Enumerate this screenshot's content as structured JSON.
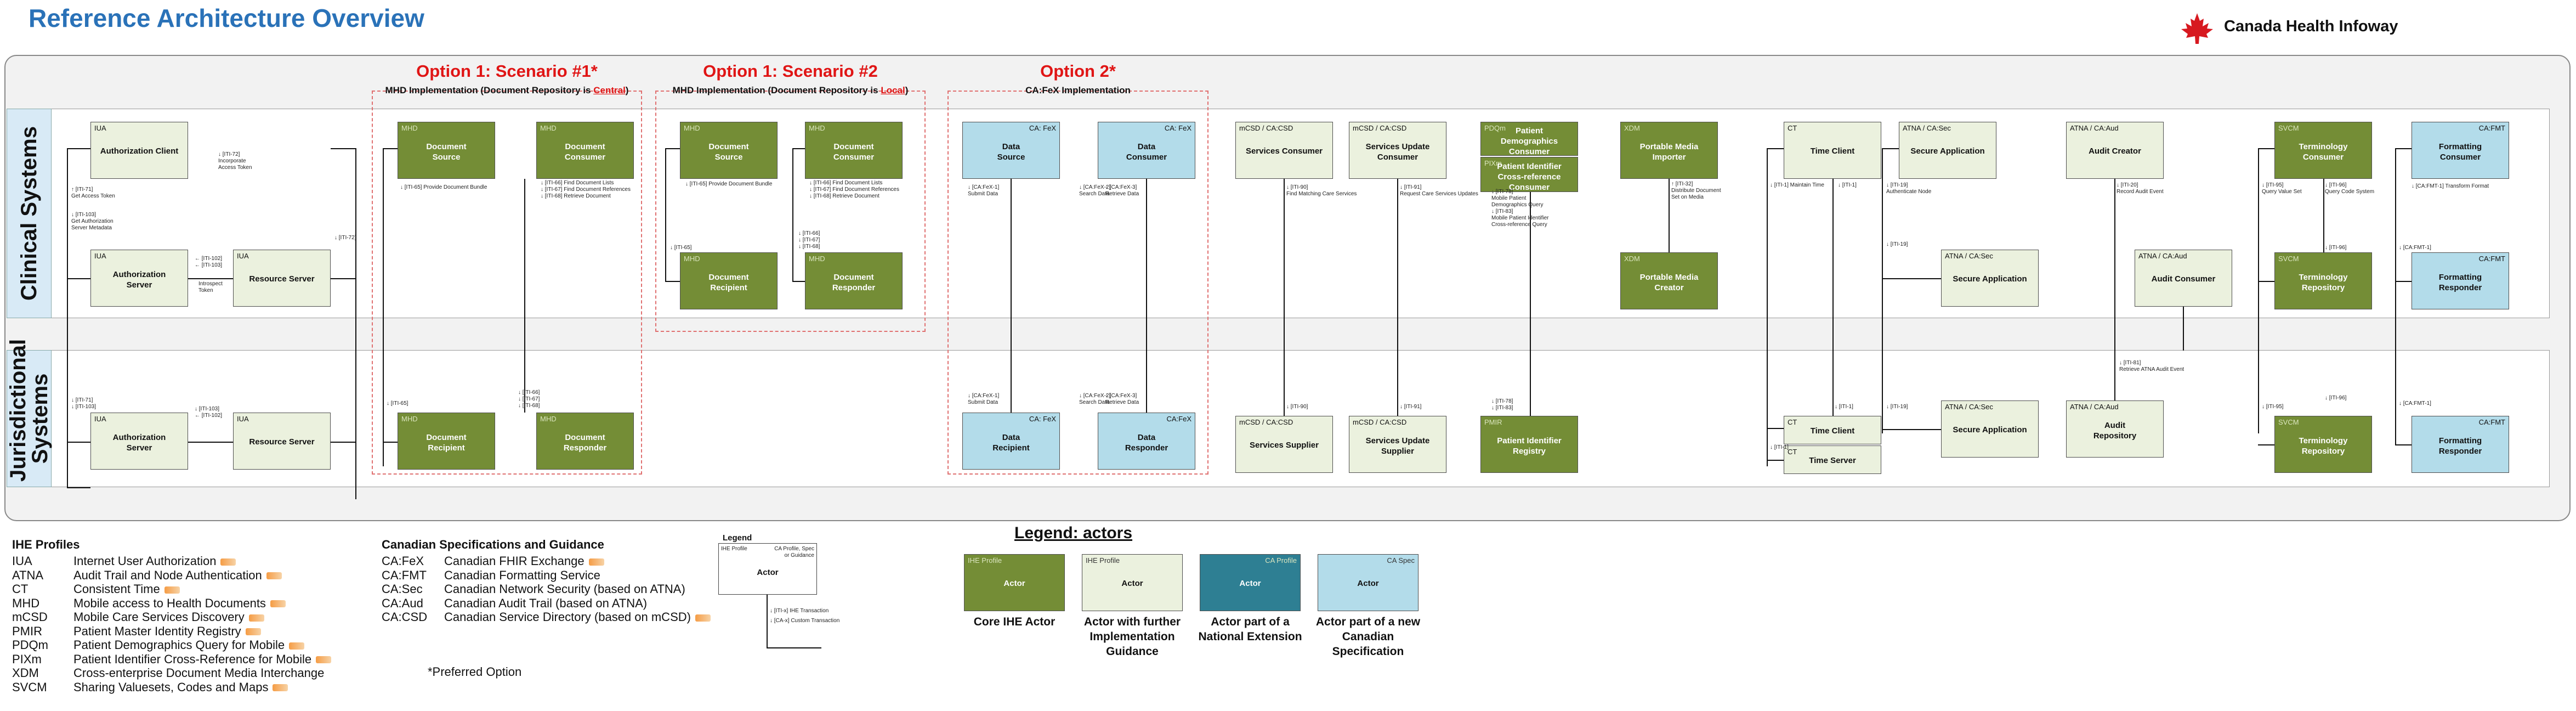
{
  "title": "Reference Architecture Overview",
  "brand": "Canada Health Infoway",
  "bands": {
    "clinical": "Clinical Systems",
    "jurisdictional": "Jurisdictional Systems"
  },
  "options": {
    "s1": {
      "title": "Option 1: Scenario #1*",
      "pre": "MHD Implementation (Document Repository is ",
      "key": "Central",
      "post": ")"
    },
    "s2": {
      "title": "Option 1: Scenario #2",
      "pre": "MHD Implementation (Document Repository is ",
      "key": "Local",
      "post": ")"
    },
    "o2": {
      "title": "Option 2*",
      "sub": "CA:FeX Implementation"
    }
  },
  "boxes": [
    {
      "id": "iua-ac",
      "tag": "IUA",
      "name": "Authorization Client"
    },
    {
      "id": "iua-as-c",
      "tag": "IUA",
      "name": "Authorization\nServer"
    },
    {
      "id": "iua-rs-c",
      "tag": "IUA",
      "name": "Resource Server"
    },
    {
      "id": "mhd1-src",
      "tag": "MHD",
      "name": "Document\nSource"
    },
    {
      "id": "mhd1-con",
      "tag": "MHD",
      "name": "Document\nConsumer"
    },
    {
      "id": "mhd2-src",
      "tag": "MHD",
      "name": "Document\nSource"
    },
    {
      "id": "mhd2-con",
      "tag": "MHD",
      "name": "Document\nConsumer"
    },
    {
      "id": "mhd2-rec",
      "tag": "MHD",
      "name": "Document\nRecipient"
    },
    {
      "id": "mhd2-resp",
      "tag": "MHD",
      "name": "Document\nResponder"
    },
    {
      "id": "fex-src",
      "tag": "",
      "tagr": "CA: FeX",
      "name": "Data\nSource"
    },
    {
      "id": "fex-con",
      "tag": "",
      "tagr": "CA: FeX",
      "name": "Data\nConsumer"
    },
    {
      "id": "csd-con",
      "tag": "mCSD / CA:CSD",
      "name": "Services Consumer"
    },
    {
      "id": "csd-upc",
      "tag": "mCSD / CA:CSD",
      "name": "Services Update\nConsumer"
    },
    {
      "id": "pdq-con",
      "tag": "PDQm",
      "name": "Patient\nDemographics\nConsumer"
    },
    {
      "id": "pix-con",
      "tag": "PIXm",
      "name": "Patient Identifier\nCross-reference\nConsumer"
    },
    {
      "id": "xdm-imp",
      "tag": "XDM",
      "name": "Portable Media\nImporter"
    },
    {
      "id": "xdm-cre",
      "tag": "XDM",
      "name": "Portable Media\nCreator"
    },
    {
      "id": "ct-client",
      "tag": "CT",
      "name": "Time Client"
    },
    {
      "id": "atna-sa1",
      "tag": "ATNA / CA:Sec",
      "name": "Secure Application"
    },
    {
      "id": "atna-sa2",
      "tag": "ATNA / CA:Sec",
      "name": "Secure Application"
    },
    {
      "id": "aud-creator",
      "tag": "ATNA / CA:Aud",
      "name": "Audit Creator"
    },
    {
      "id": "aud-consumer",
      "tag": "ATNA / CA:Aud",
      "name": "Audit Consumer"
    },
    {
      "id": "svcm-con",
      "tag": "SVCM",
      "name": "Terminology\nConsumer"
    },
    {
      "id": "svcm-rep-c",
      "tag": "SVCM",
      "name": "Terminology\nRepository"
    },
    {
      "id": "fmt-con",
      "tag": "",
      "tagr": "CA:FMT",
      "name": "Formatting\nConsumer"
    },
    {
      "id": "fmt-resp-c",
      "tag": "",
      "tagr": "CA:FMT",
      "name": "Formatting\nResponder"
    },
    {
      "id": "iua-as-j",
      "tag": "IUA",
      "name": "Authorization\nServer"
    },
    {
      "id": "iua-rs-j",
      "tag": "IUA",
      "name": "Resource Server"
    },
    {
      "id": "mhd1-rec",
      "tag": "MHD",
      "name": "Document\nRecipient"
    },
    {
      "id": "mhd1-resp",
      "tag": "MHD",
      "name": "Document\nResponder"
    },
    {
      "id": "fex-rec",
      "tag": "",
      "tagr": "CA: FeX",
      "name": "Data\nRecipient"
    },
    {
      "id": "fex-resp",
      "tag": "",
      "tagr": "CA:FeX",
      "name": "Data\nResponder"
    },
    {
      "id": "csd-sup",
      "tag": "mCSD / CA:CSD",
      "name": "Services Supplier"
    },
    {
      "id": "csd-ups",
      "tag": "mCSD / CA:CSD",
      "name": "Services Update\nSupplier"
    },
    {
      "id": "pmir-reg",
      "tag": "PMIR",
      "name": "Patient Identifier\nRegistry"
    },
    {
      "id": "ct-client-j",
      "tag": "CT",
      "name": "Time Client"
    },
    {
      "id": "ct-server",
      "tag": "CT",
      "name": "Time Server"
    },
    {
      "id": "atna-sa-j",
      "tag": "ATNA / CA:Sec",
      "name": "Secure Application"
    },
    {
      "id": "aud-repo",
      "tag": "ATNA / CA:Aud",
      "name": "Audit\nRepository"
    },
    {
      "id": "svcm-rep-j",
      "tag": "SVCM",
      "name": "Terminology\nRepository"
    },
    {
      "id": "fmt-resp-j",
      "tag": "",
      "tagr": "CA:FMT",
      "name": "Formatting\nResponder"
    }
  ],
  "transactions": [
    "↓ [ITI-72]\nIncorporate\nAccess Token",
    "↑ [ITI-71]\nGet Access Token",
    "↓ [ITI-103]\nGet Authorization\nServer Metadata",
    "← [ITI-102]\n← [ITI-103]",
    "Introspect\nToken",
    "↓ [ITI-72]",
    "↓ [ITI-65] Provide Document Bundle",
    "↓ [ITI-66] Find Document Lists\n↓ [ITI-67] Find Document References\n↓ [ITI-68] Retrieve Document",
    "↓ [ITI-65] Provide Document Bundle",
    "↓ [ITI-66] Find Document Lists\n↓ [ITI-67] Find Document References\n↓ [ITI-68] Retrieve Document",
    "↓ [ITI-65]",
    "↓ [ITI-66]\n↓ [ITI-67]\n↓ [ITI-68]",
    "↓ [CA:FeX-1]\nSubmit Data",
    "↓ [CA:FeX-2]\nSearch Data",
    "↓ [CA:FeX-3]\nRetrieve Data",
    "↓ [ITI-90]\nFind Matching Care Services",
    "↓ [ITI-91]\nRequest Care Services Updates",
    "↓ [ITI-78]\nMobile Patient\nDemographics Query",
    "↓ [ITI-83]\nMobile Patient Identifier\nCross-reference Query",
    "↑ [ITI-32]\nDistribute Document\nSet on Media",
    "↓ [ITI-1] Maintain Time",
    "↓ [ITI-1]",
    "↓ [ITI-19]\nAuthenticate Node",
    "↓ [ITI-20]\nRecord Audit Event",
    "↓ [ITI-95]\nQuery Value Set",
    "↓ [ITI-96]\nQuery Code System",
    "↓ [CA:FMT-1] Transform Format",
    "↓ [ITI-71]\n↓ [ITI-103]",
    "↓ [ITI-103]\n← [ITI-102]",
    "↓ [ITI-65]",
    "↓ [ITI-66]\n↓ [ITI-67]\n↓ [ITI-68]",
    "↓ [CA:FeX-1]\nSubmit Data",
    "↓ [CA:FeX-2]\nSearch Data",
    "↓ [CA:FeX-3]\nRetrieve Data",
    "↓ [ITI-90]",
    "↓ [ITI-91]",
    "↓ [ITI-78]\n↓ [ITI-83]",
    "↓ [ITI-1]",
    "↓ [ITI-19]",
    "↓ [ITI-81]\nRetrieve ATNA Audit Event",
    "↓ [ITI-95]",
    "↓ [ITI-96]",
    "↓ [CA:FMT-1]",
    "↓ [ITI-1]",
    "↓ [ITI-19]",
    "↓ [ITI-96]",
    "↓ [CA:FMT-1]"
  ],
  "ihe_profiles": {
    "heading": "IHE Profiles",
    "items": [
      {
        "code": "IUA",
        "desc": "Internet User Authorization",
        "pref": true
      },
      {
        "code": "ATNA",
        "desc": "Audit Trail and Node Authentication",
        "pref": true
      },
      {
        "code": "CT",
        "desc": "Consistent Time",
        "pref": true
      },
      {
        "code": "MHD",
        "desc": "Mobile access to Health Documents",
        "pref": true
      },
      {
        "code": "mCSD",
        "desc": "Mobile Care Services Discovery",
        "pref": true
      },
      {
        "code": "PMIR",
        "desc": "Patient Master Identity Registry",
        "pref": true
      },
      {
        "code": "PDQm",
        "desc": "Patient Demographics Query for Mobile",
        "pref": true
      },
      {
        "code": "PIXm",
        "desc": "Patient Identifier Cross-Reference for Mobile",
        "pref": true
      },
      {
        "code": "XDM",
        "desc": "Cross-enterprise Document Media Interchange",
        "pref": false
      },
      {
        "code": "SVCM",
        "desc": "Sharing Valuesets, Codes and Maps",
        "pref": true
      }
    ]
  },
  "canadian_specs": {
    "heading": "Canadian Specifications and Guidance",
    "items": [
      {
        "code": "CA:FeX",
        "desc": "Canadian FHIR Exchange",
        "pref": true
      },
      {
        "code": "CA:FMT",
        "desc": "Canadian Formatting Service",
        "pref": false
      },
      {
        "code": "CA:Sec",
        "desc": "Canadian Network Security (based on ATNA)",
        "pref": false
      },
      {
        "code": "CA:Aud",
        "desc": "Canadian Audit Trail (based on ATNA)",
        "pref": false
      },
      {
        "code": "CA:CSD",
        "desc": "Canadian Service Directory (based on mCSD)",
        "pref": true
      }
    ],
    "note": "*Preferred Option"
  },
  "legend_box": {
    "heading": "Legend",
    "ihe_profile": "IHE Profile",
    "ca_profile": "CA Profile, Spec\nor Guidance",
    "actor": "Actor",
    "ihe_tx": "↓ [ITI-x] IHE Transaction",
    "ca_tx": "↓ [CA-x] Custom Transaction"
  },
  "legend_actors": {
    "heading": "Legend: actors",
    "items": [
      {
        "tag": "IHE Profile",
        "name": "Actor",
        "caption": "Core IHE Actor",
        "color": "#748d36"
      },
      {
        "tag": "IHE Profile",
        "name": "Actor",
        "caption": "Actor with further\nImplementation\nGuidance",
        "color": "#ebf1de"
      },
      {
        "tag": "CA Profile",
        "name": "Actor",
        "caption": "Actor part of a\nNational Extension",
        "color": "#2e7f93"
      },
      {
        "tag": "CA Spec",
        "name": "Actor",
        "caption": "Actor part of a new\nCanadian\nSpecification",
        "color": "#b3dcea"
      }
    ]
  },
  "colors": {
    "title": "#2a72b8",
    "option_title": "#e01515",
    "core_ihe": "#748d36",
    "guidance": "#ebf1de",
    "national_ext": "#2e7f93",
    "ca_spec": "#b3dcea",
    "band_label": "#d8eaf6"
  }
}
